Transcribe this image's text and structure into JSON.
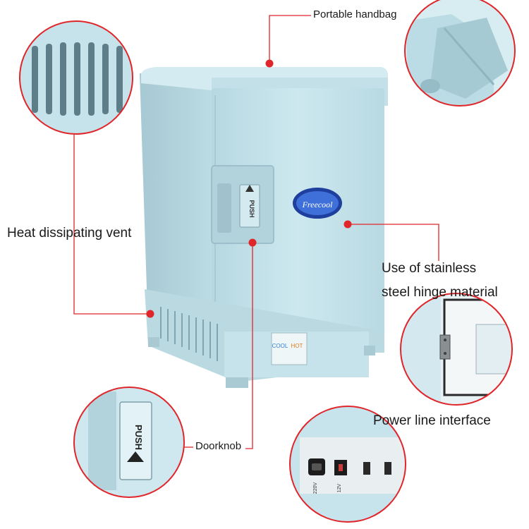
{
  "labels": {
    "portable_handbag": "Portable handbag",
    "heat_vent": "Heat dissipating vent",
    "stainless_line1": "Use of stainless",
    "stainless_line2": "steel hinge material",
    "power_interface": "Power line interface",
    "doorknob": "Doorknob"
  },
  "product": {
    "brand_logo": "Freecool",
    "push_text": "PUSH",
    "mode_cool": "COOL",
    "mode_hot": "HOT"
  },
  "power_panel": {
    "label_220v": "220V",
    "label_12v": "12V"
  },
  "colors": {
    "fridge_body": "#c4e2ea",
    "fridge_shadow": "#a9cbd5",
    "callout_red": "#e0262a",
    "logo_blue": "#1e3f9e"
  }
}
